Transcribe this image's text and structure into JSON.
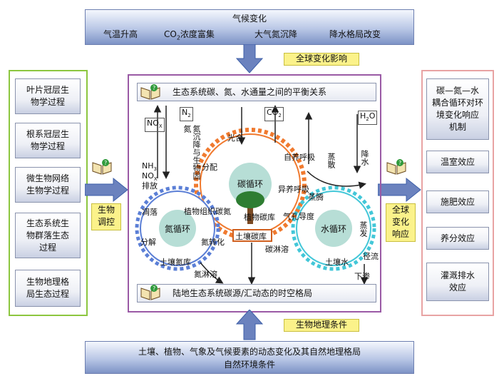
{
  "top": {
    "title": "气候变化",
    "items": [
      "气温升高",
      "CO",
      "2",
      "浓度富集",
      "大气氮沉降",
      "降水格局改变"
    ]
  },
  "labels": {
    "global_impact": "全球变化影响",
    "bio_control_1": "生物",
    "bio_control_2": "调控",
    "global_response_1": "全球",
    "global_response_2": "变化",
    "global_response_3": "响应",
    "bio_geo_conditions": "生物地理条件"
  },
  "left_items": [
    [
      "叶片冠层生",
      "物学过程"
    ],
    [
      "根系冠层生",
      "物学过程"
    ],
    [
      "微生物网络",
      "生物学过程"
    ],
    [
      "生态系统生",
      "物群落生态",
      "过程"
    ],
    [
      "生物地理格",
      "局生态过程"
    ]
  ],
  "right_items": [
    [
      "碳—氮—水",
      "耦合循环对环",
      "境变化响应",
      "机制"
    ],
    [
      "温室效应"
    ],
    [
      "施肥效应"
    ],
    [
      "养分效应"
    ],
    [
      "灌溉排水",
      "效应"
    ]
  ],
  "center": {
    "top_banner": "生态系统碳、氮、水通量之间的平衡关系",
    "bottom_banner": "陆地生态系统碳源/汇动态的时空格局",
    "cycles": {
      "carbon": "碳循环",
      "nitrogen": "氮循环",
      "water": "水循环"
    },
    "pools": {
      "soil_carbon": "土壤碳库",
      "soil_nitrogen": "土壤氮库",
      "soil_water": "土壤水"
    },
    "gases": {
      "n2": "N",
      "n2_sub": "2",
      "nox": "NO",
      "nox_sub": "X",
      "co2": "CO",
      "co2_sub": "2",
      "h2o": "H",
      "h2o_sub": "2",
      "h2o_tail": "O"
    },
    "process_labels": {
      "nh3": "NH",
      "nh3_sub": "3",
      "nox2": "NO",
      "nox2_sub": "X",
      "emission": "排放",
      "n_deposition": "氮沉降与生物固氮",
      "partition": "分配",
      "photosynthesis": "光合",
      "autotrophic_resp": "自养呼吸",
      "heterotrophic_resp": "异养呼吸",
      "transpiration": "蒸散",
      "precipitation": "降水",
      "litterfall": "凋落",
      "decomposition": "分解",
      "plant_tissue_carbon": "植物组织碳氮",
      "plant_carbon_pool": "植物碳库",
      "stomatal_conductance": "气孔导度",
      "evaporation": "蒸腾",
      "n_transform": "氮转化",
      "n_leaching": "氮淋溶",
      "c_leaching": "碳淋溶",
      "runoff": "径流",
      "infiltration": "下渗",
      "evap2": "蒸发"
    }
  },
  "bottom": {
    "line1": "土壤、植物、气象及气候要素的动态变化及其自然地理格局",
    "line2": "自然环境条件"
  },
  "colors": {
    "carbon_gear": "#f07a2f",
    "nitrogen_gear": "#5b7fd6",
    "water_gear": "#43c7d8",
    "core": "#b7ded6",
    "arrow_blue": "#3d5fa8"
  }
}
